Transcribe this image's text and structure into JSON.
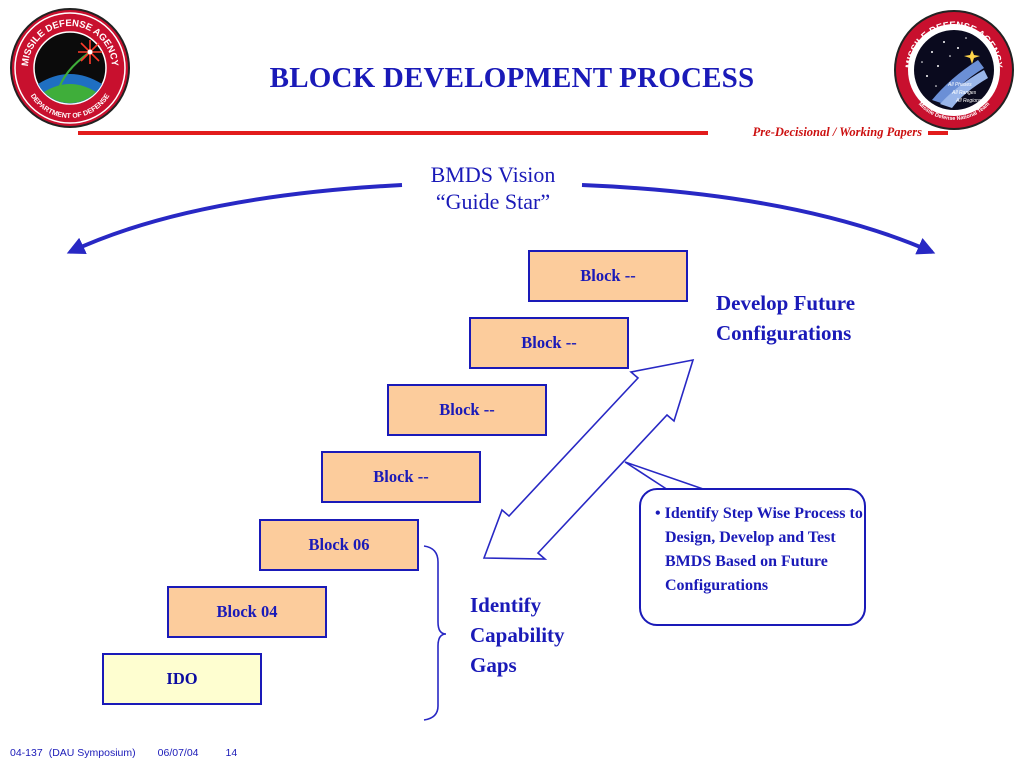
{
  "header": {
    "title": "BLOCK DEVELOPMENT PROCESS",
    "subtitle": "Pre-Decisional / Working Papers"
  },
  "logos": {
    "left": {
      "top_text": "MISSILE DEFENSE AGENCY",
      "bottom_text": "DEPARTMENT OF DEFENSE"
    },
    "right": {
      "top_text": "MISSILE DEFENSE AGENCY",
      "bottom_text": "Missile Defense National Team",
      "banner_lines": [
        "All Phases",
        "All Ranges",
        "All Regions"
      ]
    }
  },
  "vision": {
    "line1": "BMDS Vision",
    "line2": "“Guide Star”"
  },
  "blocks": [
    "Block --",
    "Block --",
    "Block --",
    "Block --",
    "Block 06",
    "Block 04",
    "IDO"
  ],
  "labels": {
    "future_line1": "Develop Future",
    "future_line2": "Configurations",
    "gaps_line1": "Identify",
    "gaps_line2": "Capability",
    "gaps_line3": "Gaps"
  },
  "callout": {
    "text": "• Identify Step Wise Process to Design, Develop and Test BMDS Based on Future Configurations"
  },
  "footer": {
    "doc_id": "04-137",
    "event": "(DAU Symposium)",
    "date": "06/07/04",
    "page": "14"
  },
  "colors": {
    "title_blue": "#1a1ab8",
    "rule_red": "#e21c1c",
    "block_fill": "#fccc9c",
    "ido_fill": "#fefed0"
  }
}
